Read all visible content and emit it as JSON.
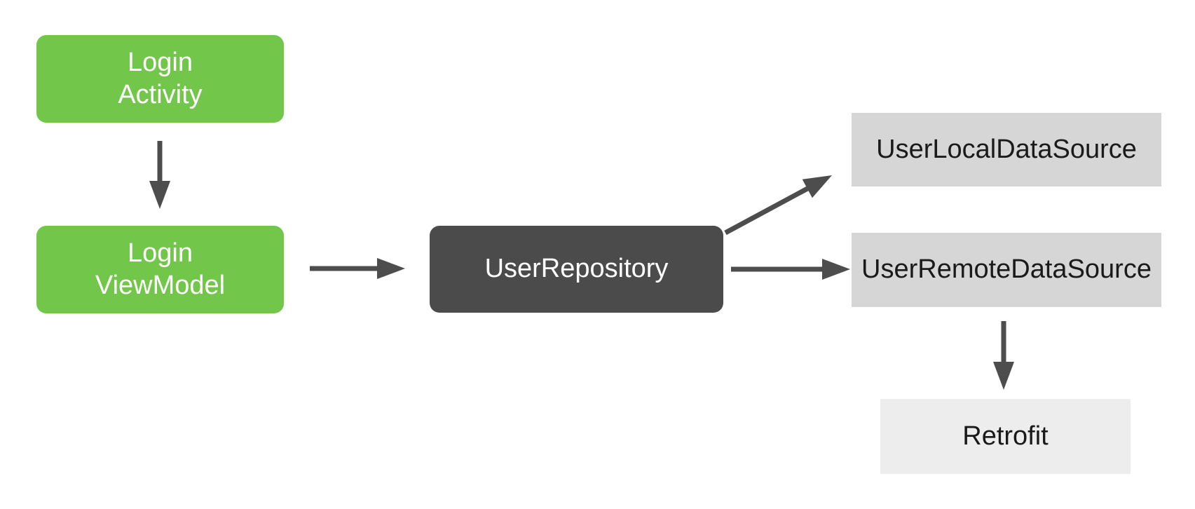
{
  "diagram": {
    "description": "App architecture flow diagram",
    "nodes": {
      "login_activity": {
        "line1": "Login",
        "line2": "Activity"
      },
      "login_viewmodel": {
        "line1": "Login",
        "line2": "ViewModel"
      },
      "user_repository": {
        "label": "UserRepository"
      },
      "user_local_datasource": {
        "label": "UserLocalDataSource"
      },
      "user_remote_datasource": {
        "label": "UserRemoteDataSource"
      },
      "retrofit": {
        "label": "Retrofit"
      }
    },
    "edges": [
      {
        "from": "login_activity",
        "to": "login_viewmodel",
        "direction": "down"
      },
      {
        "from": "login_viewmodel",
        "to": "user_repository",
        "direction": "right"
      },
      {
        "from": "user_repository",
        "to": "user_local_datasource",
        "direction": "up-right"
      },
      {
        "from": "user_repository",
        "to": "user_remote_datasource",
        "direction": "right"
      },
      {
        "from": "user_remote_datasource",
        "to": "retrofit",
        "direction": "down"
      }
    ],
    "colors": {
      "node_green": "#72c64a",
      "node_dark_gray": "#4b4b4b",
      "node_light_gray": "#d6d6d6",
      "node_lighter_gray": "#ededed",
      "arrow": "#4d4d4d",
      "text_on_colored": "#ffffff",
      "text_on_light": "#1a1a1a",
      "background": "#ffffff"
    }
  }
}
